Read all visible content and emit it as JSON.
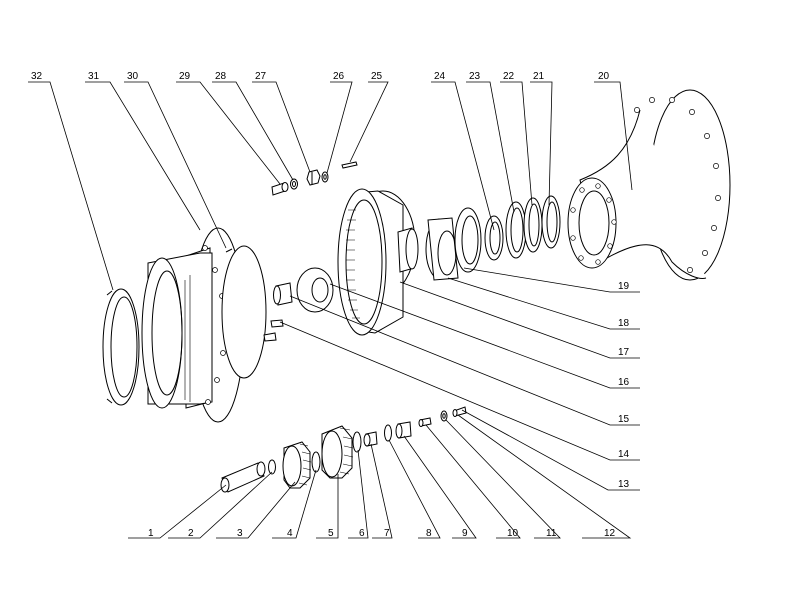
{
  "diagram": {
    "callouts_top": [
      "32",
      "31",
      "30",
      "29",
      "28",
      "27",
      "26",
      "25",
      "24",
      "23",
      "22",
      "21",
      "20"
    ],
    "callouts_right": [
      "19",
      "18",
      "17",
      "16",
      "15",
      "14",
      "13"
    ],
    "callouts_bottom": [
      "1",
      "2",
      "3",
      "4",
      "5",
      "6",
      "7",
      "8",
      "9",
      "10",
      "11",
      "12"
    ]
  }
}
